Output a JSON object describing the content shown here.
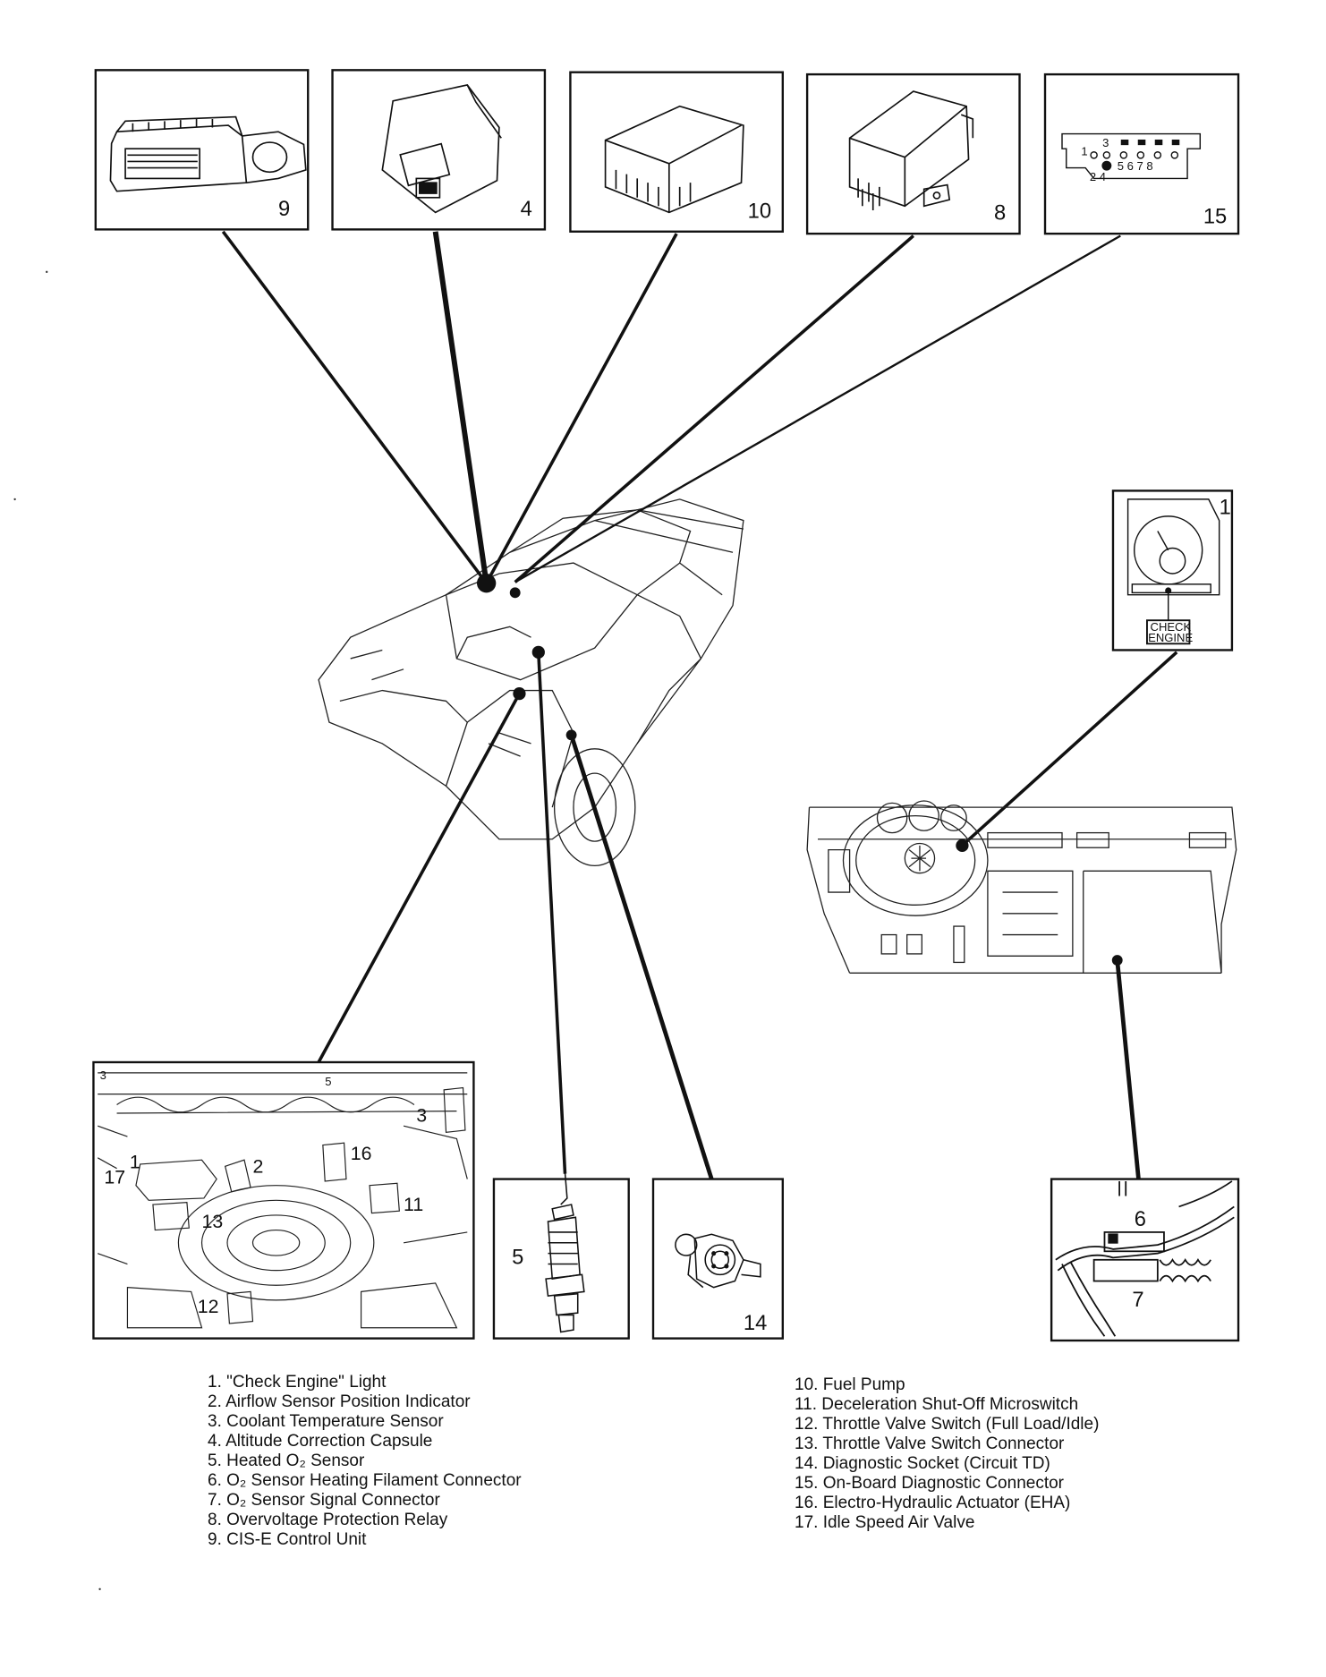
{
  "callouts": {
    "ecu": "9",
    "altitude": "4",
    "fuel_pump": "10",
    "relay": "8",
    "obd": "15",
    "check_engine": "1",
    "o2_sensor": "5",
    "diag_socket": "14",
    "connectors_top": "6",
    "connectors_bottom": "7",
    "engine": [
      "3",
      "16",
      "17",
      "1",
      "2",
      "11",
      "13",
      "12",
      "5",
      "3"
    ]
  },
  "panel_text": {
    "check_engine_line1": "CHECK",
    "check_engine_line2": "ENGINE",
    "obd_pins_top": "3",
    "obd_pins_mid": "5 6 7 8",
    "obd_pins_bottom": "2 4",
    "obd_pin_1": "1"
  },
  "legend_left": [
    "1. \"Check Engine\" Light",
    "2. Airflow Sensor Position Indicator",
    "3. Coolant Temperature Sensor",
    "4. Altitude Correction Capsule",
    "5. Heated O₂ Sensor",
    "6. O₂ Sensor Heating Filament Connector",
    "7. O₂ Sensor Signal Connector",
    "8. Overvoltage Protection Relay",
    "9. CIS-E Control Unit"
  ],
  "legend_right": [
    "10. Fuel Pump",
    "11. Deceleration Shut-Off Microswitch",
    "12. Throttle Valve Switch (Full Load/Idle)",
    "13. Throttle Valve Switch Connector",
    "14. Diagnostic Socket (Circuit TD)",
    "15. On-Board Diagnostic Connector",
    "16. Electro-Hydraulic Actuator (EHA)",
    "17. Idle Speed Air Valve"
  ]
}
